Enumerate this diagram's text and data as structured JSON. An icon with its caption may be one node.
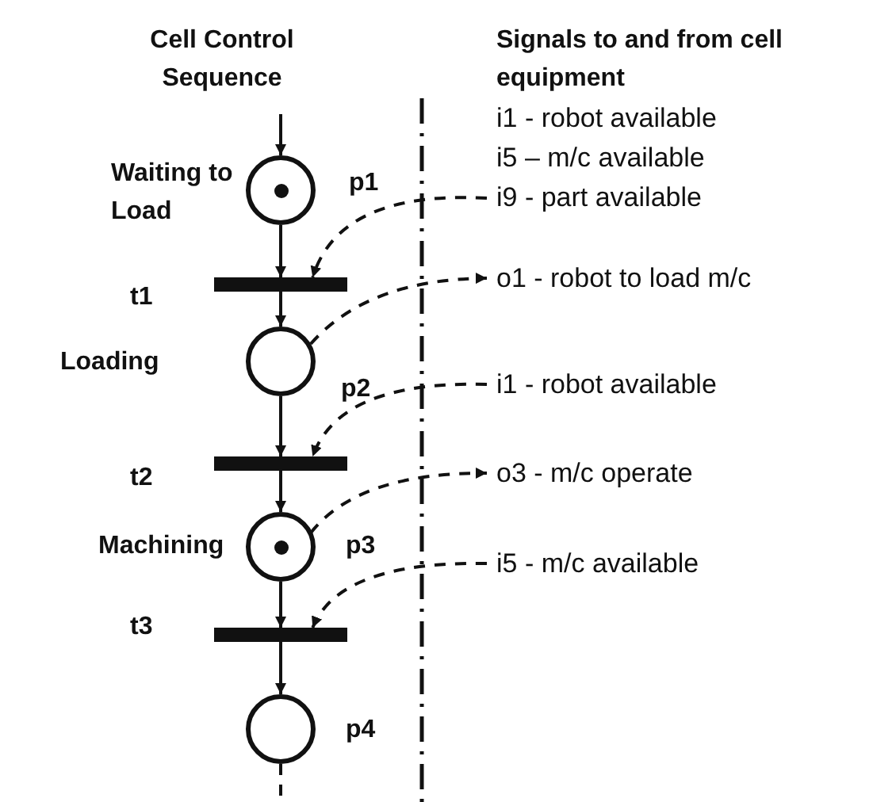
{
  "diagram": {
    "nodes": [
      {
        "text": [],
        "shape": "circle",
        "beside": [
          "Waiting to Load",
          "p1"
        ]
      },
      {
        "text": [],
        "shape": "bar",
        "beside": [
          "t1"
        ]
      },
      {
        "text": [],
        "shape": "circle",
        "beside": [
          "Loading",
          "p2"
        ]
      },
      {
        "text": [],
        "shape": "bar",
        "beside": [
          "t2"
        ]
      },
      {
        "text": [],
        "shape": "circle",
        "beside": [
          "Machining",
          "p3"
        ]
      },
      {
        "text": [],
        "shape": "bar",
        "beside": [
          "t3"
        ]
      },
      {
        "text": [],
        "shape": "circle",
        "beside": [
          "p4"
        ]
      },
      {
        "text": [
          "i1 - robot available",
          "i5 – m/c available",
          "i9 - part available"
        ]
      },
      {
        "text": [
          "o1 - robot to load m/c"
        ]
      },
      {
        "text": [
          "i1 - robot available"
        ]
      },
      {
        "text": [
          "o3 - m/c operate"
        ]
      },
      {
        "text": [
          "i5 - m/c available"
        ]
      }
    ],
    "edges": [
      {
        "from": null,
        "to": 0,
        "arrow": "to"
      },
      {
        "from": 0,
        "to": 1,
        "arrow": "to"
      },
      {
        "from": 1,
        "to": 2,
        "arrow": "to"
      },
      {
        "from": 2,
        "to": 3,
        "arrow": "to"
      },
      {
        "from": 3,
        "to": 4,
        "arrow": "to"
      },
      {
        "from": 4,
        "to": 5,
        "arrow": "to"
      },
      {
        "from": 5,
        "to": 6,
        "arrow": "to"
      },
      {
        "from": 6,
        "to": null,
        "arrow": "none",
        "style": "dashed"
      },
      {
        "from": 7,
        "to": 1,
        "arrow": "to",
        "style": "dashed"
      },
      {
        "from": 2,
        "to": 8,
        "arrow": "to",
        "style": "dashed"
      },
      {
        "from": 9,
        "to": 3,
        "arrow": "to",
        "style": "dashed"
      },
      {
        "from": 4,
        "to": 10,
        "arrow": "to",
        "style": "dashed"
      },
      {
        "from": 11,
        "to": 5,
        "arrow": "to",
        "style": "dashed"
      }
    ],
    "labels": [
      "Cell Control Sequence",
      "Signals to and from cell equipment"
    ]
  }
}
